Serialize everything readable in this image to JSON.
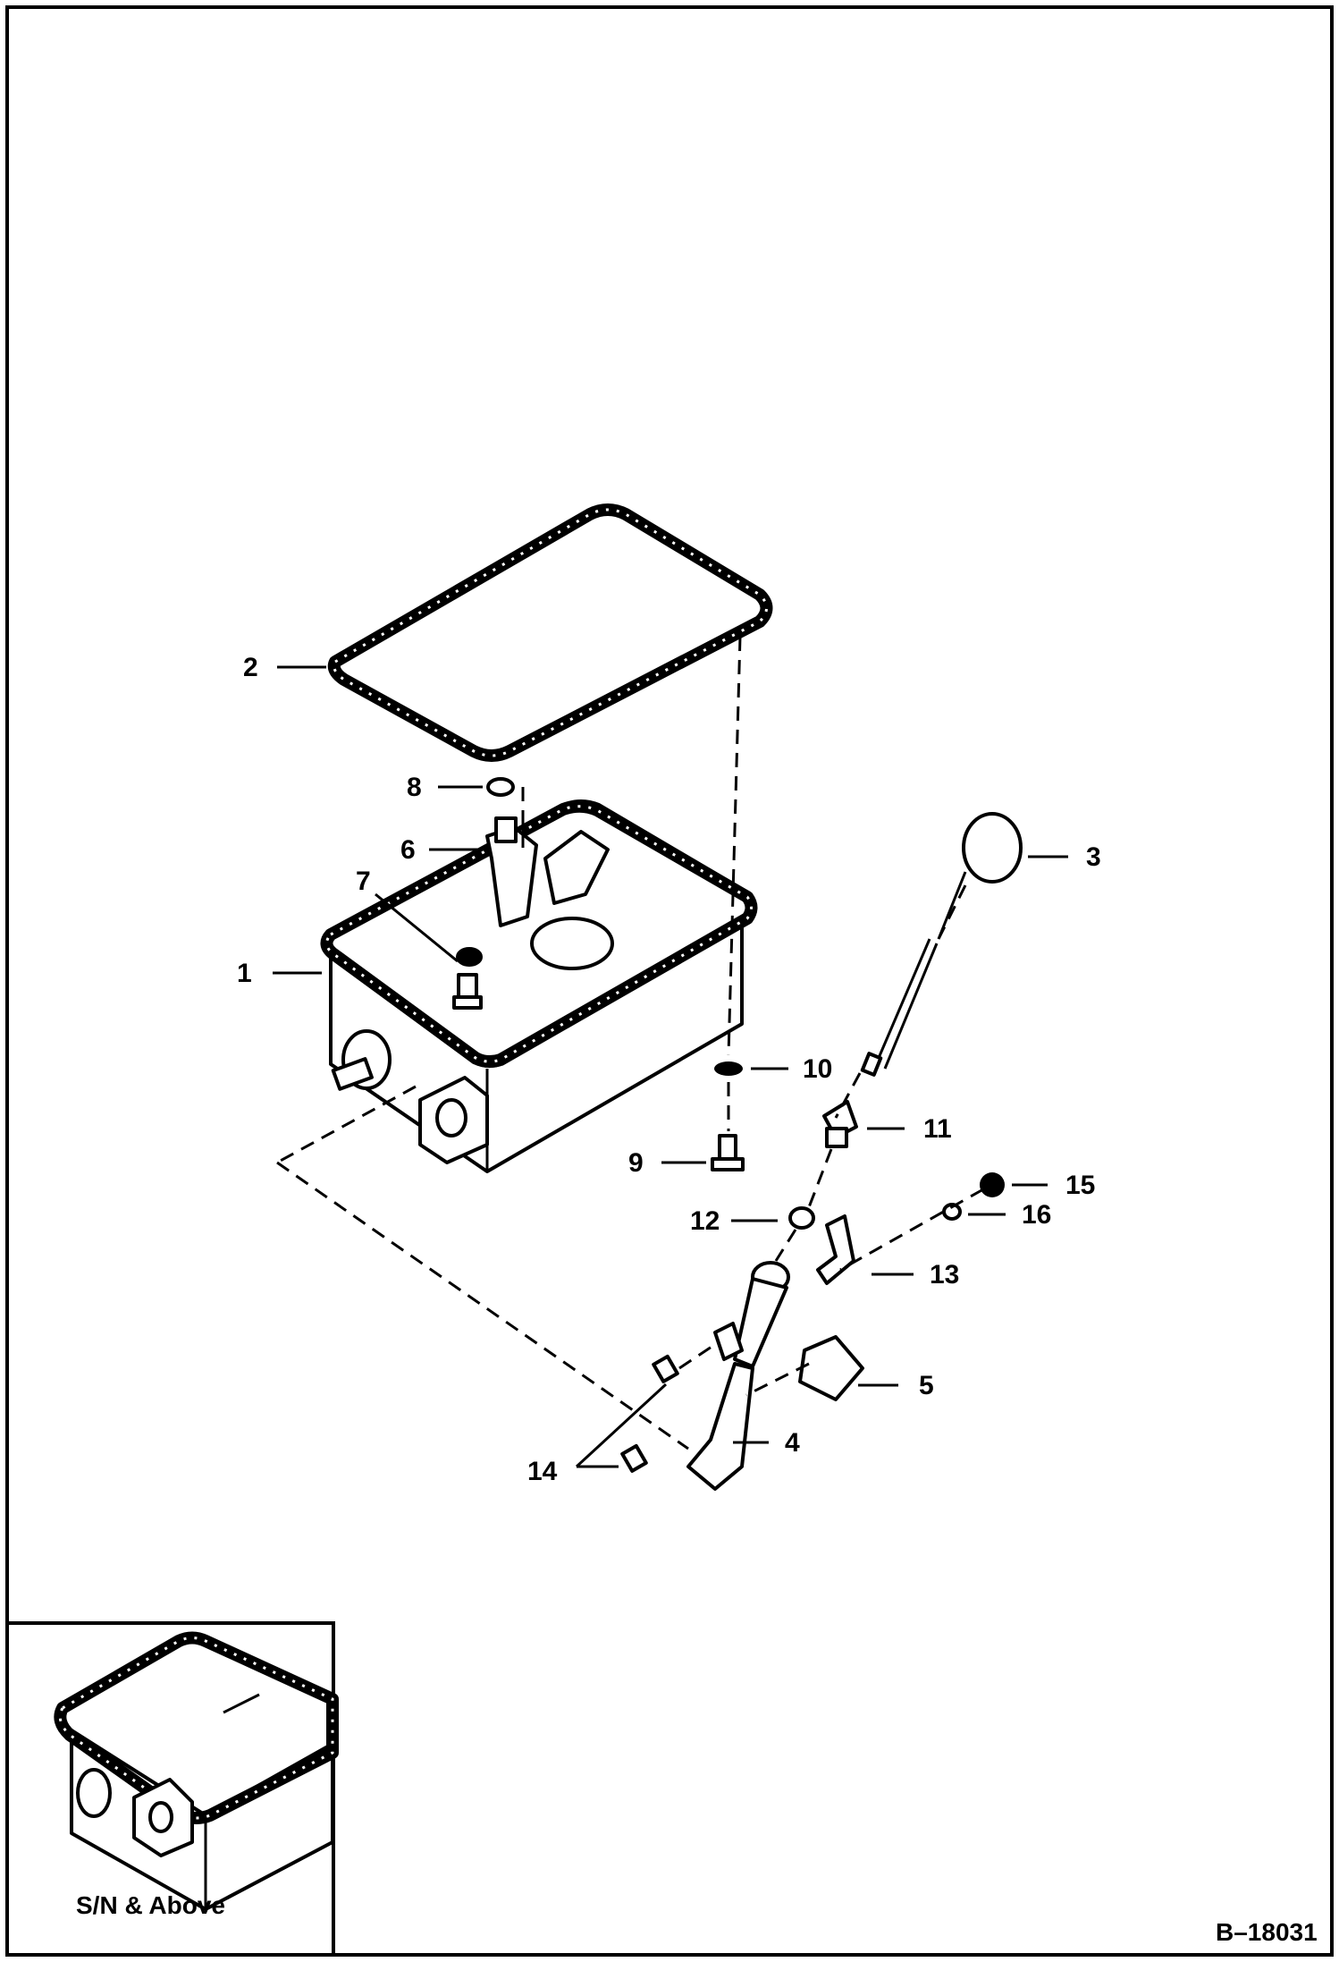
{
  "figure_number": "B–18031",
  "inset_caption": "S/N & Above",
  "callouts": [
    {
      "id": "1",
      "label": "1"
    },
    {
      "id": "2",
      "label": "2"
    },
    {
      "id": "3",
      "label": "3"
    },
    {
      "id": "4",
      "label": "4"
    },
    {
      "id": "5",
      "label": "5"
    },
    {
      "id": "6",
      "label": "6"
    },
    {
      "id": "7",
      "label": "7"
    },
    {
      "id": "8",
      "label": "8"
    },
    {
      "id": "9",
      "label": "9"
    },
    {
      "id": "10",
      "label": "10"
    },
    {
      "id": "11",
      "label": "11"
    },
    {
      "id": "12",
      "label": "12"
    },
    {
      "id": "13",
      "label": "13"
    },
    {
      "id": "14",
      "label": "14"
    },
    {
      "id": "15",
      "label": "15"
    },
    {
      "id": "16",
      "label": "16"
    }
  ]
}
